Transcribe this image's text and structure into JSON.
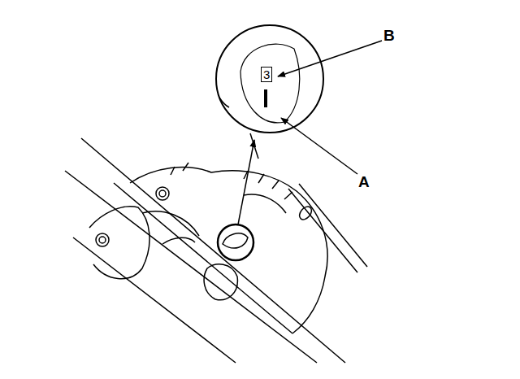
{
  "diagram": {
    "nodes": [
      {
        "text": [
          "3"
        ]
      }
    ],
    "labels": [
      "B",
      "A"
    ]
  }
}
